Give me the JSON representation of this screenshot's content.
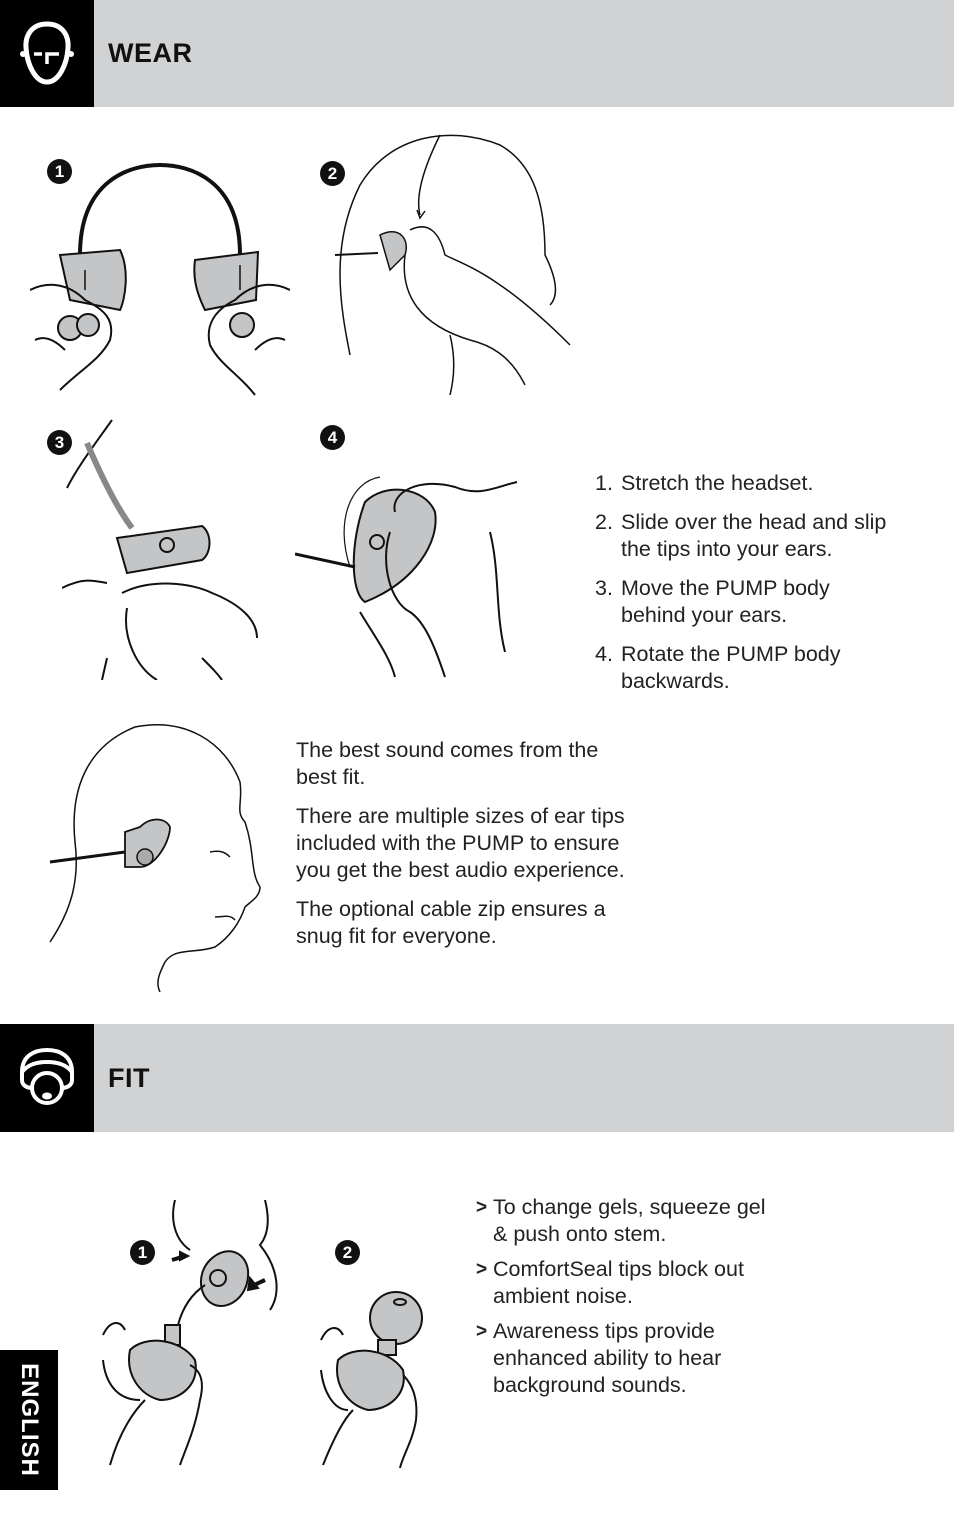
{
  "sections": {
    "wear": {
      "title": "WEAR",
      "icon": "head-icon",
      "steps": [
        {
          "number": "1.",
          "text": "Stretch the headset."
        },
        {
          "number": "2.",
          "text": "Slide over the head and slip the tips into your ears."
        },
        {
          "number": "3.",
          "text": "Move the PUMP body behind your ears."
        },
        {
          "number": "4.",
          "text": "Rotate the PUMP body backwards."
        }
      ],
      "badges": [
        "1",
        "2",
        "3",
        "4"
      ],
      "fit_paragraphs": [
        "The best sound comes from the best fit.",
        "There are multiple sizes of ear tips included with the PUMP to ensure you get the best audio experience.",
        "The optional cable zip ensures a snug fit for everyone."
      ]
    },
    "fit": {
      "title": "FIT",
      "icon": "ear-tip-icon",
      "badges": [
        "1",
        "2"
      ],
      "marker": ">",
      "tips": [
        "To change gels, squeeze gel & push onto stem.",
        "ComfortSeal tips block out ambient noise.",
        "Awareness tips provide enhanced ability to hear background sounds."
      ]
    }
  },
  "language_tab": "ENGLISH",
  "colors": {
    "band_gray": "#d1d2d4",
    "icon_block": "#000000",
    "device_gray": "#c4c5c7",
    "text": "#222222"
  }
}
